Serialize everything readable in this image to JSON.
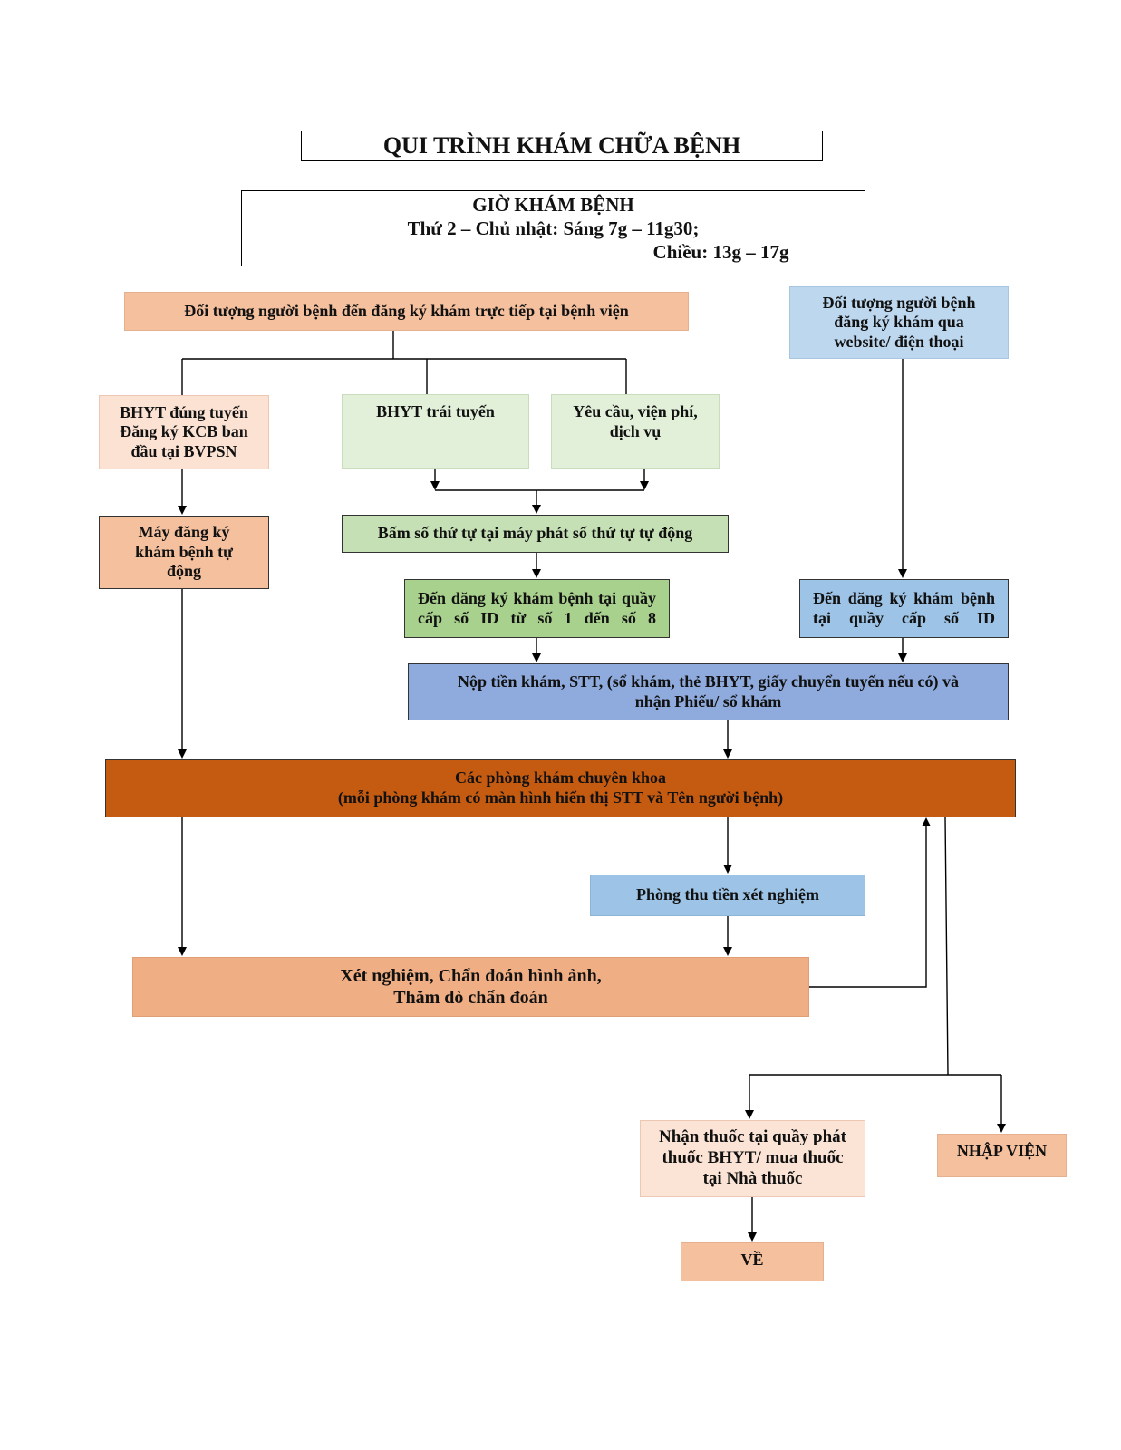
{
  "title": "QUI TRÌNH KHÁM CHỮA BỆNH",
  "hours": {
    "heading": "GIỜ KHÁM BỆNH",
    "line1": "Thứ 2 – Chủ nhật: Sáng 7g – 11g30;",
    "line2": "Chiều: 13g – 17g"
  },
  "nodes": {
    "direct_register": "Đối tượng người bệnh đến đăng ký khám trực tiếp tại bệnh viện",
    "online_register": "Đối tượng người bệnh\nđăng ký khám qua\nwebsite/ điện thoại",
    "bhyt_correct": "BHYT đúng tuyến\nĐăng ký KCB ban\nđầu tại BVPSN",
    "bhyt_wrong": "BHYT trái tuyến",
    "service_fee": "Yêu cầu, viện phí,\ndịch vụ",
    "auto_kiosk": "Máy đăng ký\nkhám bệnh tự\nđộng",
    "queue_ticket": "Bấm số thứ tự tại máy phát số thứ tự tự động",
    "counter_1_8": "Đến đăng ký khám bệnh tại quầy cấp số ID từ số 1 đến số 8",
    "counter_id": "Đến đăng ký khám bệnh tại quầy cấp số ID",
    "pay_fee": "Nộp tiền khám, STT, (sổ khám, thẻ BHYT, giấy chuyển tuyến nếu có) và\nnhận Phiếu/ sổ khám",
    "clinics": "Các phòng khám chuyên khoa\n(mỗi phòng khám có màn hình hiển thị STT và Tên người bệnh)",
    "lab_payment": "Phòng thu tiền xét nghiệm",
    "tests": "Xét nghiệm, Chẩn đoán hình ảnh,\nThăm dò chẩn đoán",
    "medicine": "Nhận thuốc tại quầy phát\nthuốc BHYT/ mua thuốc\ntại Nhà thuốc",
    "admission": "NHẬP VIỆN",
    "go_home": "VỀ"
  },
  "colors": {
    "salmon": "#f4c09e",
    "salmon_light": "#fbe2d3",
    "light_blue": "#bdd7ee",
    "pale_green": "#e2f0d9",
    "green": "#c5e0b4",
    "medium_green": "#a9d18e",
    "medium_blue": "#9dc3e6",
    "blue": "#8faadc",
    "dark_orange": "#c55a11",
    "orange": "#f0ae84",
    "peach": "#f4c09e",
    "peach_light": "#fbe4d5",
    "line": "#000000"
  }
}
